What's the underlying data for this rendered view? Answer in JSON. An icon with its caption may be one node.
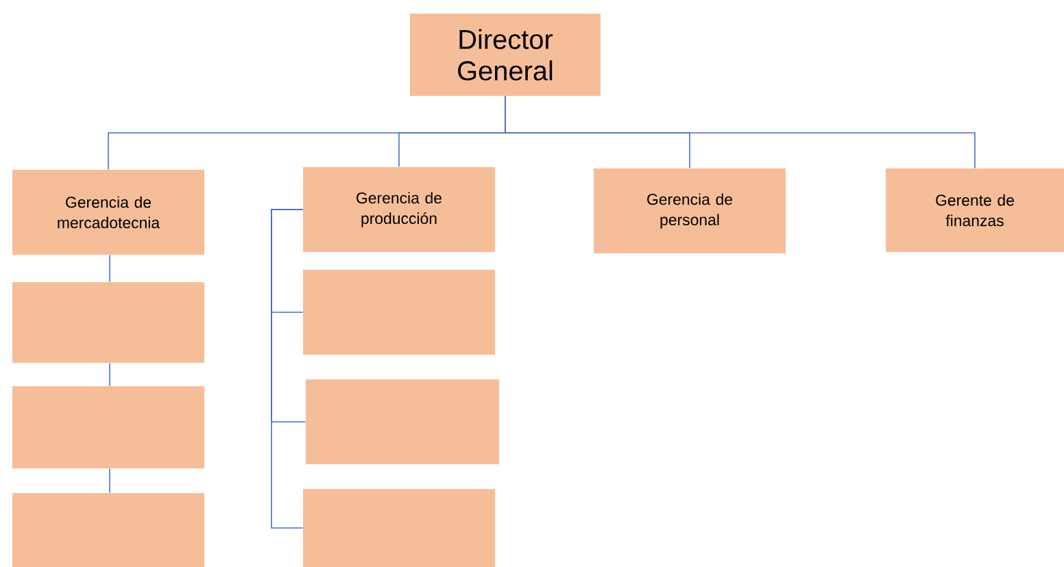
{
  "diagram": {
    "nodes": [
      {
        "text": [
          "Director General"
        ]
      },
      {
        "text": [
          "Gerencia de mercadotecnia"
        ]
      },
      {
        "text": [
          "Gerencia de producción"
        ]
      },
      {
        "text": [
          "Gerencia de personal"
        ]
      },
      {
        "text": [
          "Gerente de finanzas"
        ]
      },
      {
        "text": [],
        "shape": "box"
      },
      {
        "text": [],
        "shape": "box"
      },
      {
        "text": [],
        "shape": "box"
      },
      {
        "text": [],
        "shape": "box"
      },
      {
        "text": [],
        "shape": "box"
      },
      {
        "text": [],
        "shape": "box"
      }
    ],
    "edges": [
      {
        "from": 0,
        "to": 1,
        "arrow": "none"
      },
      {
        "from": 0,
        "to": 2,
        "arrow": "none"
      },
      {
        "from": 0,
        "to": 3,
        "arrow": "none"
      },
      {
        "from": 0,
        "to": 4,
        "arrow": "none"
      },
      {
        "from": 1,
        "to": 5,
        "arrow": "none"
      },
      {
        "from": 5,
        "to": 6,
        "arrow": "none"
      },
      {
        "from": 6,
        "to": 7,
        "arrow": "none"
      },
      {
        "from": 2,
        "to": 8,
        "arrow": "none"
      },
      {
        "from": 2,
        "to": 9,
        "arrow": "none"
      },
      {
        "from": 2,
        "to": 10,
        "arrow": "none"
      }
    ]
  }
}
